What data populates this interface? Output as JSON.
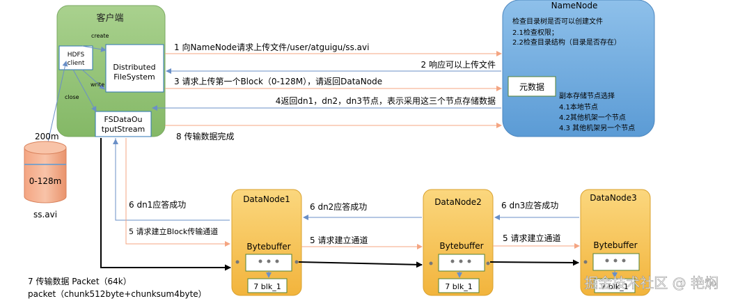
{
  "client": {
    "title": "客户端",
    "hdfs_client": [
      "HDFS",
      "client"
    ],
    "distributed_fs": [
      "Distributed",
      "FileSystem"
    ],
    "fsdata_stream": [
      "FSDataOu",
      "tputStream"
    ],
    "create_label": "create",
    "write_label": "write",
    "close_label": "close"
  },
  "file": {
    "size_label": "200m",
    "range_label": "0-128m",
    "name": "ss.avi"
  },
  "namenode": {
    "title": "NameNode",
    "check_lines": [
      "检查目录树是否可以创建文件",
      "2.1检查权限；",
      "2.2检查目录结构（目录是否存在）"
    ],
    "metadata_label": "元数据",
    "replica_lines": [
      "副本存储节点选择",
      "4.1本地节点",
      "4.2其他机架一个节点",
      "4.3 其他机架另一个节点"
    ]
  },
  "messages": {
    "m1": "1 向NameNode请求上传文件/user/atguigu/ss.avi",
    "m2": "2 响应可以上传文件",
    "m3": "3 请求上传第一个Block（0-128M），请返回DataNode",
    "m4": "4返回dn1，dn2，dn3节点，表示采用这三个节点存储数据",
    "m8": "8 传输数据完成",
    "m6_dn1": "6 dn1应答成功",
    "m5_dn1": "5 请求建立Block传输通道",
    "m6_dn2": "6 dn2应答成功",
    "m5_dn2": "5 请求建立通道",
    "m6_dn3": "6 dn3应答成功",
    "m5_dn3": "5 请求建立通道",
    "m7_line1": "7 传输数据  Packet（64k）",
    "m7_line2": "packet（chunk512byte+chunksum4byte）"
  },
  "datanodes": [
    {
      "title": "DataNode1",
      "buffer": "Bytebuffer",
      "block": "7 blk_1"
    },
    {
      "title": "DataNode2",
      "buffer": "Bytebuffer",
      "block": "7 blk_1"
    },
    {
      "title": "DataNode3",
      "buffer": "Bytebuffer",
      "block": "7 blk_1"
    }
  ],
  "watermark": "掘金技术社区 @ 艳焖",
  "colors": {
    "client_fill": "#93c47d",
    "namenode_fill": "#6fa8dc",
    "datanode_fill": "#f6c45a",
    "inner_border": "#2e75b6",
    "inner_green_border": "#548235",
    "orange_arrow": "#f4a582",
    "blue_arrow": "#6a8fc7",
    "cylinder": "#f4b183"
  }
}
